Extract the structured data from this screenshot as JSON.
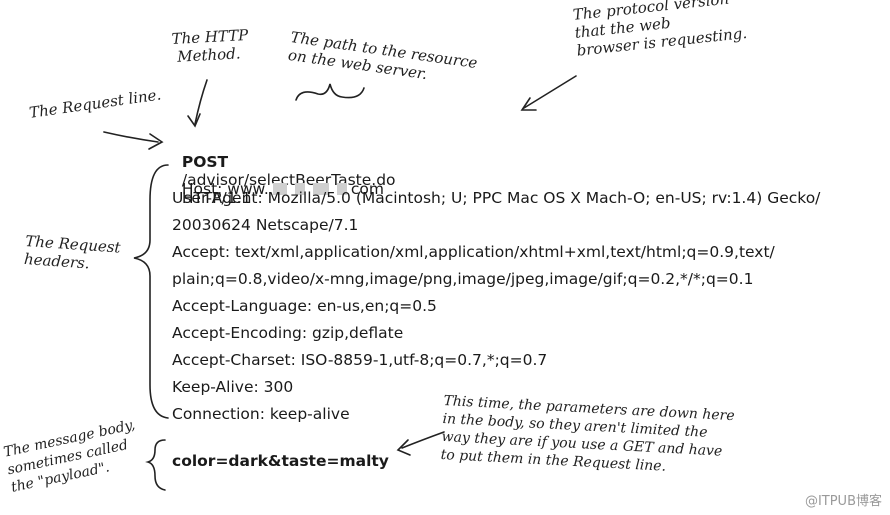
{
  "annotations": {
    "method": "The HTTP\n Method.",
    "path": "The path to the resource\non the web server.",
    "protocol": "The protocol version\nthat the web\nbrowser is requesting.",
    "request_line": "The Request line.",
    "request_headers": "The Request\nheaders.",
    "message_body": "The message body,\nsometimes called\nthe \"payload\".",
    "params_note": "This time, the parameters are down here\nin the body, so they aren't limited the\nway they are if you use a GET and have\nto put them in the Request line."
  },
  "request": {
    "method": "POST",
    "path": "/advisor/selectBeerTaste.do",
    "version": "HTTP/1.1",
    "host_prefix": "Host: www.",
    "host_suffix": "com",
    "headers": [
      "User-Agent: Mozilla/5.0 (Macintosh; U; PPC Mac OS X Mach-O; en-US; rv:1.4) Gecko/",
      "20030624 Netscape/7.1",
      "Accept: text/xml,application/xml,application/xhtml+xml,text/html;q=0.9,text/",
      "plain;q=0.8,video/x-mng,image/png,image/jpeg,image/gif;q=0.2,*/*;q=0.1",
      "Accept-Language: en-us,en;q=0.5",
      "Accept-Encoding: gzip,deflate",
      "Accept-Charset: ISO-8859-1,utf-8;q=0.7,*;q=0.7",
      "Keep-Alive: 300",
      "Connection: keep-alive"
    ],
    "body": "color=dark&taste=malty"
  },
  "watermark": "@ITPUB博客"
}
